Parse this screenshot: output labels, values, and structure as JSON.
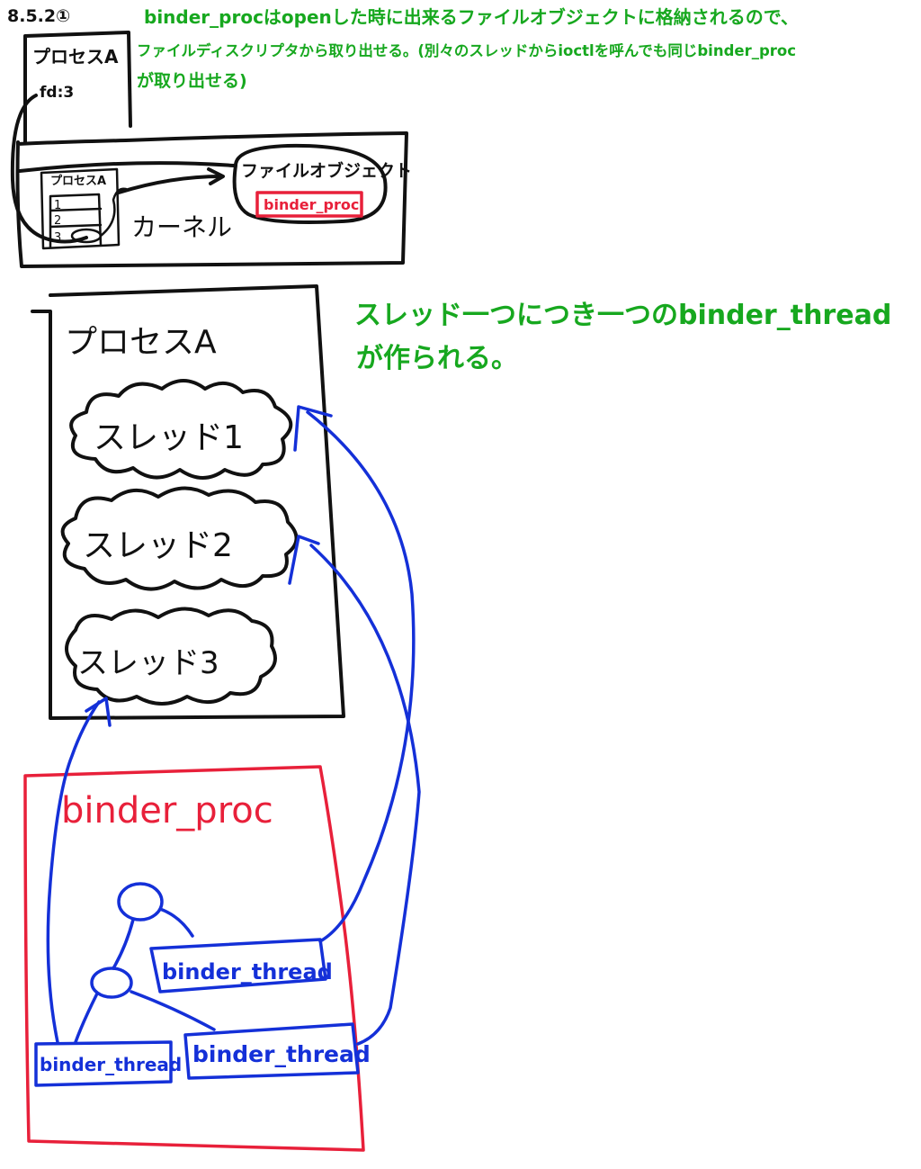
{
  "header": {
    "section": "8.5.2①",
    "note_lines": [
      "binder_procはopenした時に出来るファイルオブジェクトに格納されるので、",
      "ファイルディスクリプタから取り出せる。(別々のスレッドからioctlを呼んでも同じbinder_proc",
      "が取り出せる)"
    ]
  },
  "top_diagram": {
    "process_label": "プロセスA",
    "fd_label": "fd:3",
    "kernel_label": "カーネル",
    "kernel_process_label": "プロセスA",
    "fd_table_rows": [
      "1",
      "2",
      "3"
    ],
    "file_object_label": "ファイルオブジェクト",
    "binder_proc_tag": "binder_proc"
  },
  "thread_note": {
    "lines": [
      "スレッド一つにつき一つのbinder_thread",
      "が作られる。"
    ]
  },
  "process": {
    "label": "プロセスA",
    "threads": [
      "スレッド1",
      "スレッド2",
      "スレッド3"
    ]
  },
  "binder_proc_box": {
    "label": "binder_proc",
    "thread_boxes": [
      "binder_thread",
      "binder_thread",
      "binder_thread"
    ]
  },
  "colors": {
    "ink": "#111111",
    "note_green": "#17a81f",
    "link_blue": "#1430d8",
    "binder_red": "#e8203a"
  }
}
